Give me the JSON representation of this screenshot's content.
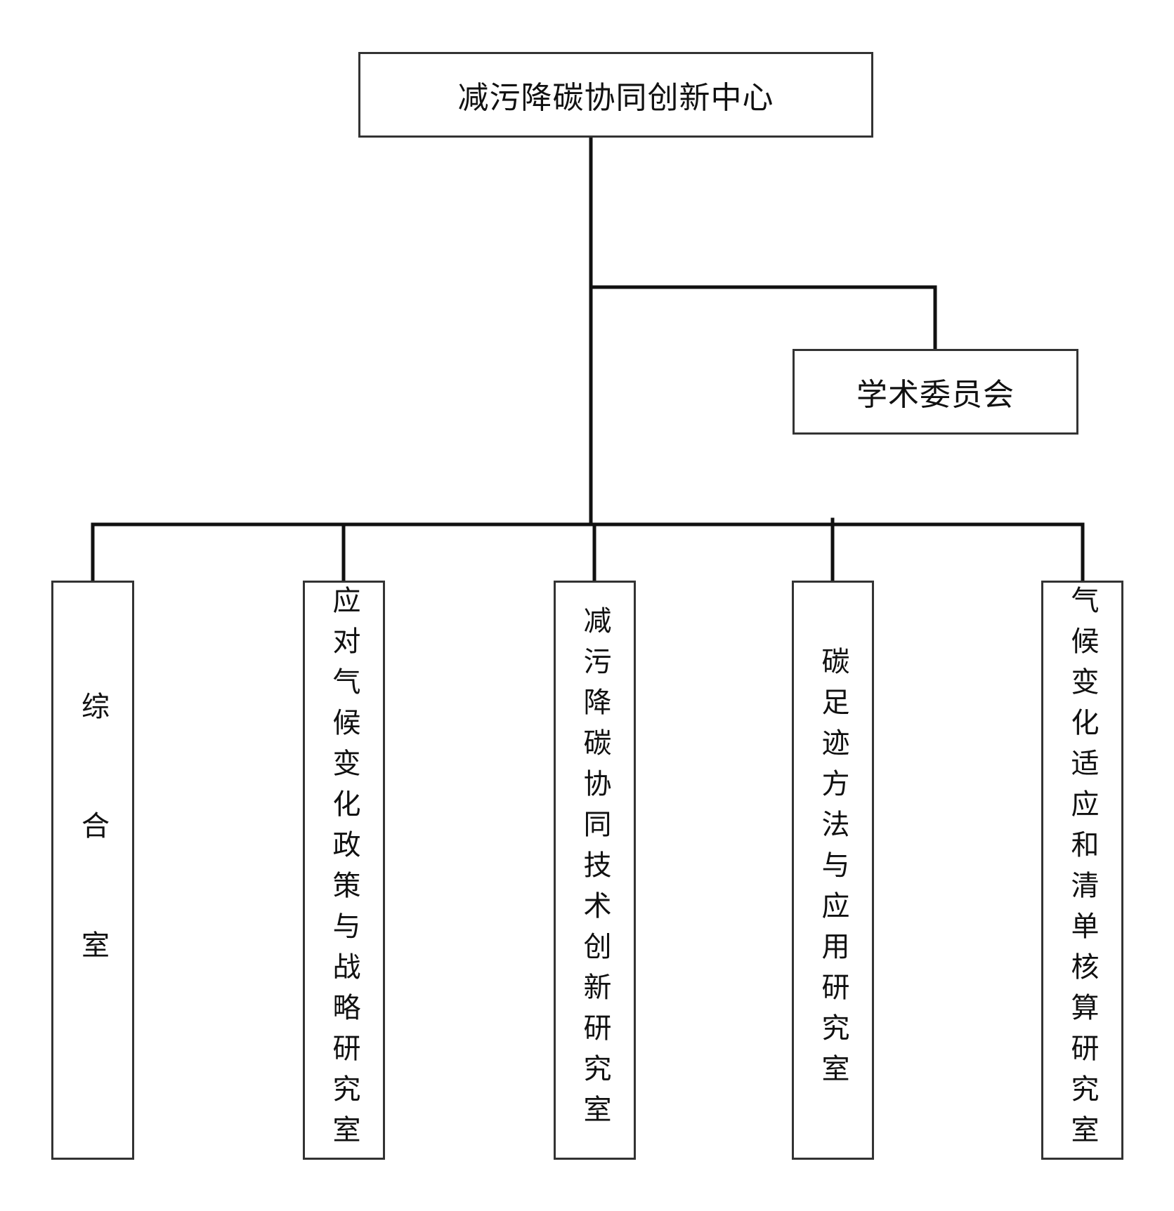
{
  "chart": {
    "root": "减污降碳协同创新中心",
    "committee": "学术委员会",
    "offices": [
      "综合室",
      "应对气候变化政策与战略研究室",
      "减污降碳协同技术创新研究室",
      "碳足迹方法与应用研究室",
      "气候变化适应和清单核算研究室"
    ]
  },
  "colors": {
    "line": "#111111",
    "border": "#333333",
    "background": "#ffffff"
  }
}
